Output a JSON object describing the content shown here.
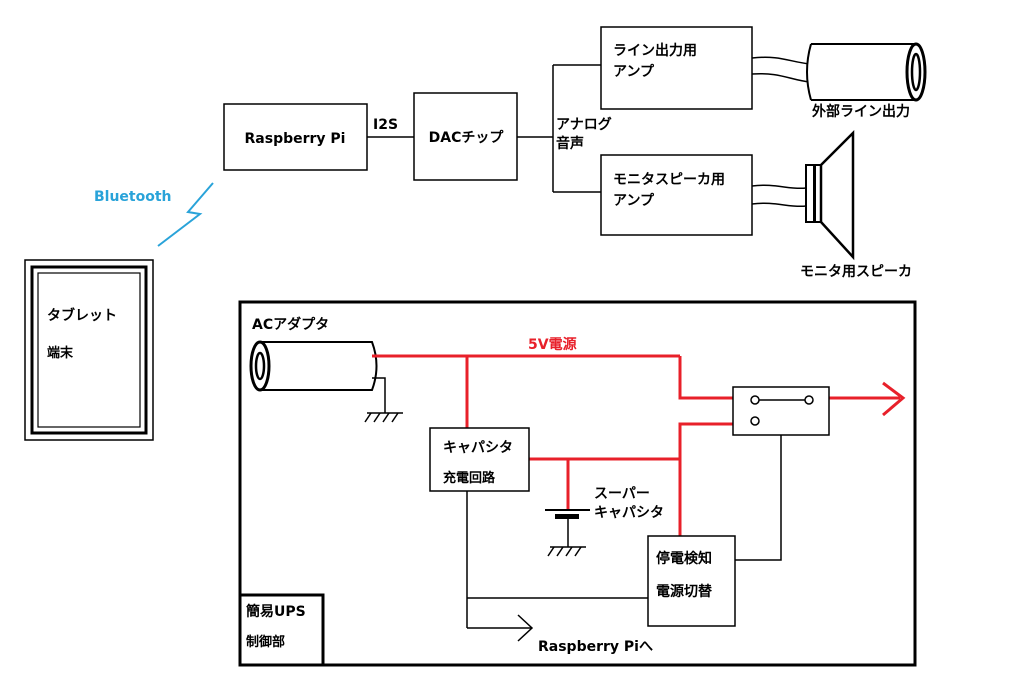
{
  "nodes": {
    "raspberry_pi": "Raspberry Pi",
    "dac_chip": "DACチップ",
    "line_amp": [
      "ライン出力用",
      "アンプ"
    ],
    "monitor_amp": [
      "モニタスピーカ用",
      "アンプ"
    ],
    "tablet": [
      "タブレット",
      "端末"
    ],
    "capacitor_charger": [
      "キャパシタ",
      "充電回路"
    ],
    "power_switch": [
      "停電検知",
      "電源切替"
    ],
    "ups_control": [
      "簡易UPS",
      "制御部"
    ]
  },
  "labels": {
    "i2s": "I2S",
    "analog_audio": [
      "アナログ",
      "音声"
    ],
    "external_line_out": "外部ライン出力",
    "monitor_speaker": "モニタ用スピーカ",
    "bluetooth": "Bluetooth",
    "ac_adapter": "ACアダプタ",
    "power_5v": "5V電源",
    "super_capacitor": [
      "スーパー",
      "キャパシタ"
    ],
    "to_raspberry_pi": "Raspberry Piへ"
  },
  "colors": {
    "bluetooth": "#29a3d9",
    "power_line": "#e8202a",
    "line": "#000000"
  }
}
